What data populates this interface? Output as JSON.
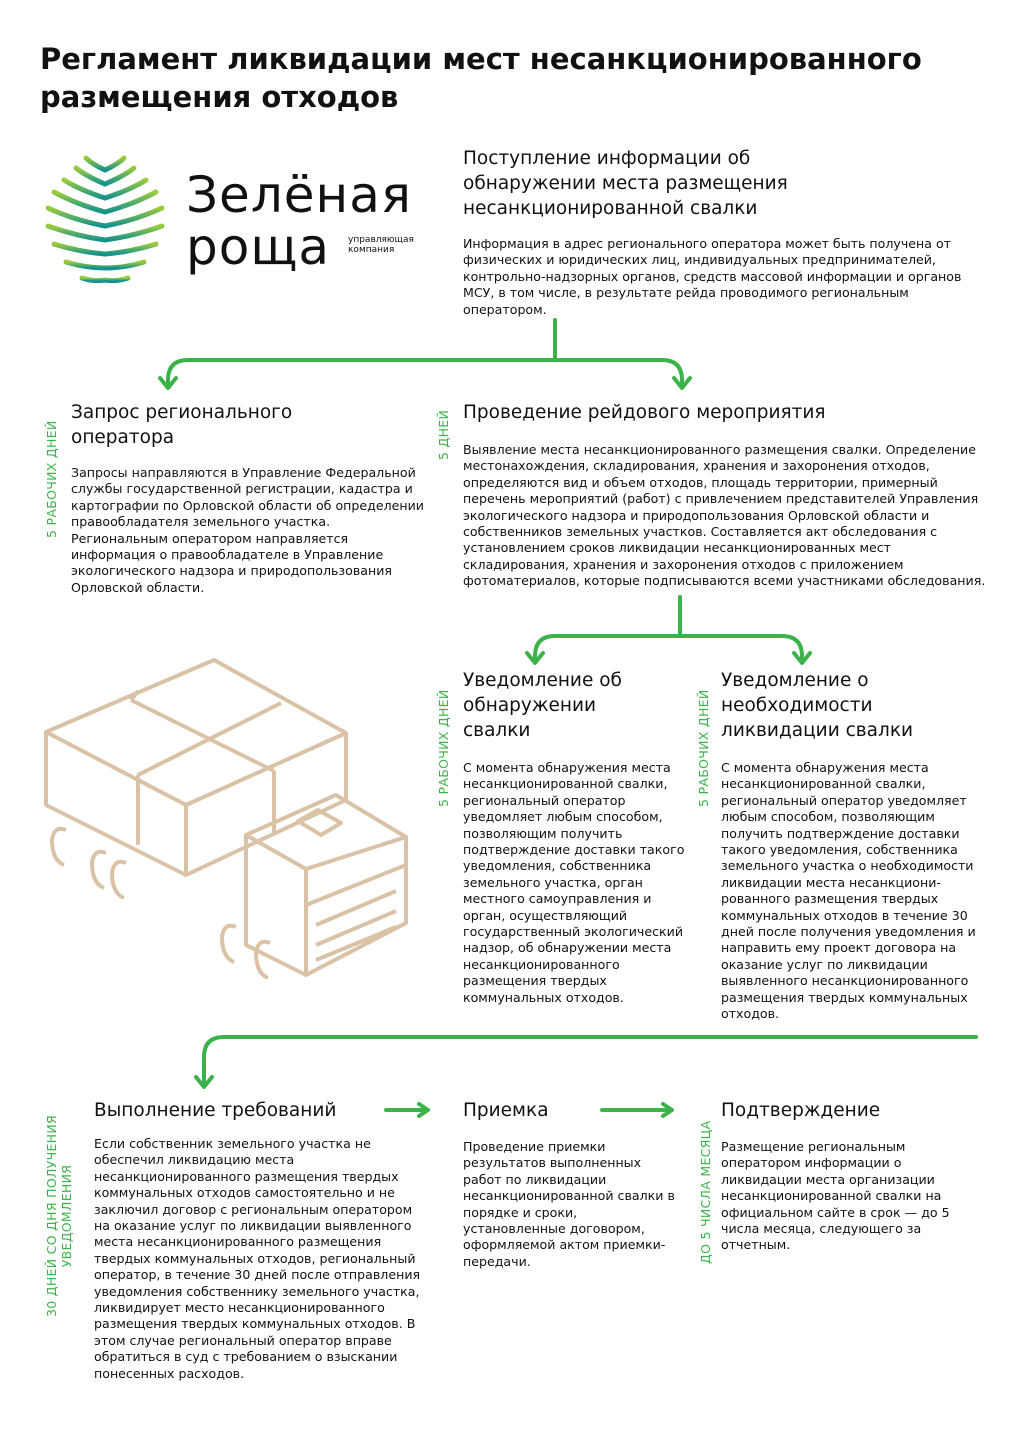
{
  "title": "Регламент ликвидации мест несанкционированного размещения отходов",
  "logo": {
    "name_line1": "Зелёная",
    "name_line2": "роща",
    "subtitle_line1": "управляющая",
    "subtitle_line2": "компания",
    "icon": "leaf-icon"
  },
  "intro": {
    "title": "Поступление информации об обнаружении места размещения несанкционированной свалки",
    "text": "Информация в адрес регионального оператора может быть получена от физических и юридических лиц, индивидуальных предпринимателей, контрольно-надзорных органов, средств массовой информации и органов МСУ, в том числе, в результате рейда проводимого региональным оператором."
  },
  "steps": {
    "request": {
      "term": "5 РАБОЧИХ ДНЕЙ",
      "title": "Запрос регионального оператора",
      "text": "Запросы направляются в Управление Федеральной службы государственной регистрации, кадастра и картографии по Орловской области об определении правообладателя земельного участка. Региональным оператором направляется информация о правообладателе в Управление экологического надзора и природопользования Орловской области."
    },
    "raid": {
      "term": "5 ДНЕЙ",
      "title": "Проведение рейдового мероприятия",
      "text": "Выявление места несанкционированного размещения свалки. Определение местонахождения, складирования, хранения и захоронения отходов, определяются вид и объем отходов, площадь территории, примерный перечень мероприятий (работ) с привлечением представителей Управления экологического надзора и природопользования Орловской области и собственников земельных участков. Составляется акт обследования с установлением сроков ликвидации несанкционированных мест складирования, хранения и захоронения отходов с приложением фотоматериалов, которые подписываются всеми участниками обследования."
    },
    "notice_found": {
      "term": "5 РАБОЧИХ ДНЕЙ",
      "title": "Уведомление об обнаружении свалки",
      "text": "С момента обнаружения места несанкционированной свалки, региональный оператор уведомляет  любым способом, позволяющим получить подтверждение доставки такого уведомления, собственника земельного участка, орган местного самоуправления и орган, осуществляющий государственный экологический надзор, об обнаружении места несанкционированного размещения твердых коммунальных отходов."
    },
    "notice_liquidation": {
      "term": "5 РАБОЧИХ ДНЕЙ",
      "title": "Уведомление о необходимости ликвидации свалки",
      "text": "С момента обнаружения места несанкционированной свалки, региональный оператор уведомляет любым способом, позволяющим получить подтверждение доставки такого уведомления, собственника земельного участка о необходимости ликвидации места несанкциони-рованного размещения твердых коммунальных отходов в течение 30 дней после получения уведомления и направить ему проект договора на оказание услуг по ликвидации выявленного несанкционированного размещения твердых коммунальных отходов."
    },
    "fulfillment": {
      "term_line1": "30 ДНЕЙ СО ДНЯ ПОЛУЧЕНИЯ",
      "term_line2": "УВЕДОМЛЕНИЯ",
      "title": "Выполнение требований",
      "text": "Если собственник земельного участка не обеспечил ликвидацию места несанкционированного размещения твердых коммунальных отходов самостоятельно и не заключил договор с региональным оператором на оказание услуг по ликвидации выявленного места несанкционированного размещения твердых коммунальных отходов, региональный оператор, в течение 30 дней после отправления уведомления собственнику земельного участка, ликвидирует место несанкционированного размещения твердых коммунальных отходов. В этом случае региональный оператор вправе обратиться в суд с требованием о взыскании понесенных расходов."
    },
    "acceptance": {
      "title": "Приемка",
      "text": "Проведение приемки результатов выполненных работ по ликвидации несанкционированной свалки в порядке и сроки, установленные договором, оформляемой актом приемки-передачи."
    },
    "confirmation": {
      "term": "ДО 5 ЧИСЛА МЕСЯЦА",
      "title": "Подтверждение",
      "text": "Размещение региональным оператором информации о ликвидации места организации несанкционированной свалки  на официальном сайте в срок — до 5 числа месяца, следующего за отчетным."
    }
  },
  "colors": {
    "accent": "#3cb34a",
    "truck": "#d9c2a5",
    "logo_gradient_top": "#9ccc3c",
    "logo_gradient_bottom": "#14928c"
  }
}
